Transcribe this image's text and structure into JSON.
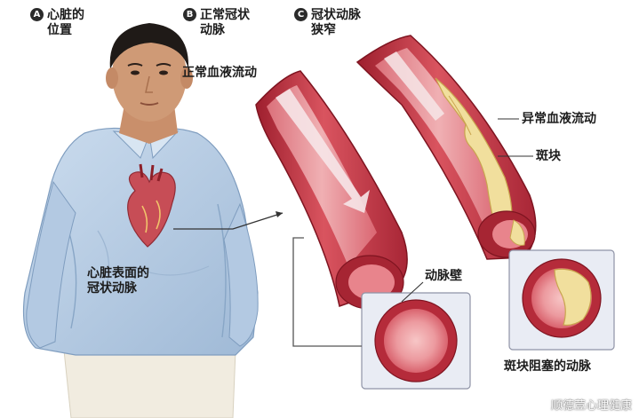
{
  "panels": {
    "a": {
      "badge": "A",
      "title_line1": "心脏的",
      "title_line2": "位置"
    },
    "b": {
      "badge": "B",
      "title_line1": "正常冠状",
      "title_line2": "动脉"
    },
    "c": {
      "badge": "C",
      "title_line1": "冠状动脉",
      "title_line2": "狭窄"
    }
  },
  "labels": {
    "normal_flow": "正常血液流动",
    "abnormal_flow": "异常血液流动",
    "plaque": "斑块",
    "coronary_line1": "心脏表面的",
    "coronary_line2": "冠状动脉",
    "artery_wall": "动脉壁",
    "blocked_artery": "斑块阻塞的动脉"
  },
  "watermark": "顺德荳心理健康",
  "colors": {
    "artery_red": "#c83a4a",
    "artery_inner": "#e07a82",
    "plaque_yellow": "#f2e2a0",
    "shirt_blue": "#b9cfe6",
    "panel_bg": "#e9ecf4"
  }
}
